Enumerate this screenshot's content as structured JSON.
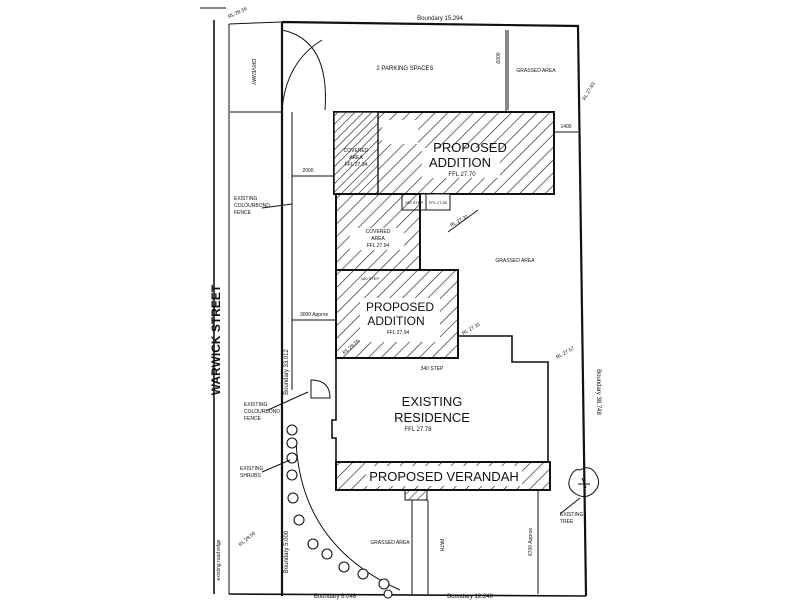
{
  "street_name": "WARWICK STREET",
  "road_edge_note": "existing road edge",
  "boundaries": {
    "top": "Boundary 15.294",
    "right": "Boundary 38.748",
    "left": "Boundary 33.012",
    "bottom_left_vertical": "Boundary 5.000",
    "bottom_left": "Boundary 6.048",
    "bottom_right": "Boundary 12.248"
  },
  "areas": {
    "driveway": "DRIVEWAY",
    "parking": "2 PARKING SPACES",
    "grassed_top": "GRASSED AREA",
    "grassed_mid": "GRASSED AREA",
    "grassed_bottom": "GRASSED AREA",
    "path": "PATH"
  },
  "dims": {
    "d6000": "6000",
    "d1400": "1400",
    "d2000": "2000",
    "d3000": "3000 Approx",
    "d6700": "6700 Approx"
  },
  "levels": {
    "rl_top_left": "RL 28.56",
    "rl_top_right": "RL 27.63",
    "rl_mid": "RL 27.31",
    "rl_mid_right": "RL 27.31",
    "rl_right": "RL 27.57",
    "rl_left_mid": "RL 28.25",
    "rl_bottom_left": "RL 28.56"
  },
  "buildings": {
    "addition_top": {
      "line1": "PROPOSED",
      "line2": "ADDITION",
      "ffl": "FFL 27.70"
    },
    "covered_top": {
      "line1": "COVERED",
      "line2": "AREA",
      "ffl": "FFL 27.34"
    },
    "step_small_1": "180 STEP",
    "step_small_2": "FFL 27.50",
    "covered_mid": {
      "line1": "COVERED",
      "line2": "AREA",
      "ffl": "FFL 27.94"
    },
    "step_mid": "180 STEP",
    "addition_mid": {
      "line1": "PROPOSED",
      "line2": "ADDITION",
      "ffl": "FFL 27.94"
    },
    "step_res": "340 STEP",
    "residence": {
      "line1": "EXISTING",
      "line2": "RESIDENCE",
      "ffl": "FFL 27.78"
    },
    "verandah": "PROPOSED VERANDAH"
  },
  "labels": {
    "fence_top": [
      "EXISTING",
      "COLOURBOND",
      "FENCE"
    ],
    "fence_bottom": [
      "EXISTING",
      "COLOURBOND",
      "FENCE"
    ],
    "shrubs": [
      "EXISTING",
      "SHRUBS"
    ],
    "tree": [
      "EXISTING",
      "TREE"
    ]
  }
}
